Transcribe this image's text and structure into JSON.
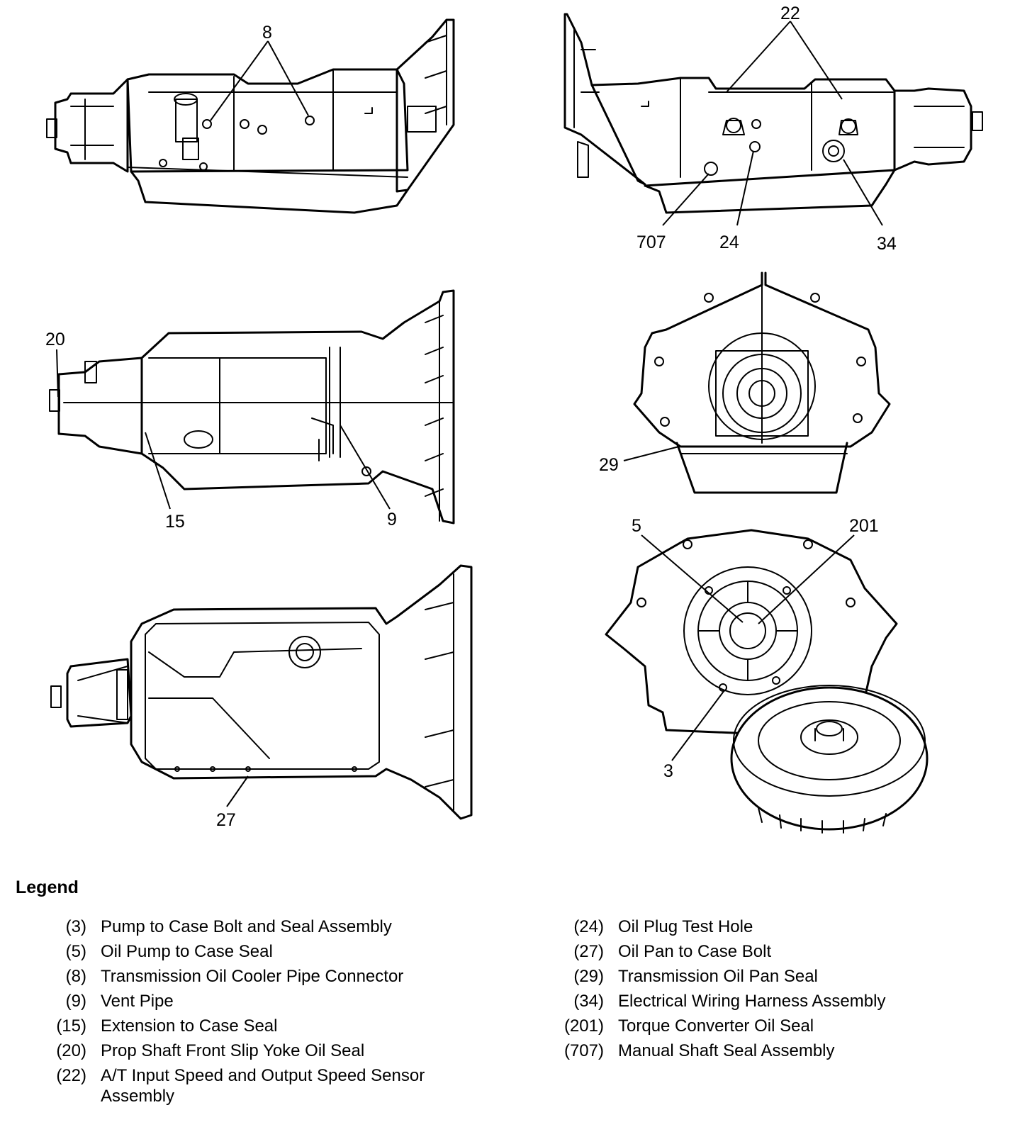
{
  "callouts": {
    "c8": "8",
    "c22": "22",
    "c707": "707",
    "c24": "24",
    "c34": "34",
    "c20": "20",
    "c15": "15",
    "c9": "9",
    "c29": "29",
    "c5": "5",
    "c201": "201",
    "c3": "3",
    "c27": "27"
  },
  "legend": {
    "title": "Legend",
    "left": [
      {
        "num": "(3)",
        "desc": "Pump to Case Bolt and Seal Assembly"
      },
      {
        "num": "(5)",
        "desc": "Oil Pump to Case Seal"
      },
      {
        "num": "(8)",
        "desc": "Transmission Oil Cooler Pipe Connector"
      },
      {
        "num": "(9)",
        "desc": "Vent Pipe"
      },
      {
        "num": "(15)",
        "desc": "Extension to Case Seal"
      },
      {
        "num": "(20)",
        "desc": "Prop Shaft Front Slip Yoke Oil Seal"
      },
      {
        "num": "(22)",
        "desc": "A/T Input Speed and Output Speed Sensor Assembly"
      }
    ],
    "right": [
      {
        "num": "(24)",
        "desc": "Oil Plug Test Hole"
      },
      {
        "num": "(27)",
        "desc": "Oil Pan to Case Bolt"
      },
      {
        "num": "(29)",
        "desc": "Transmission Oil Pan Seal"
      },
      {
        "num": "(34)",
        "desc": "Electrical Wiring Harness Assembly"
      },
      {
        "num": "(201)",
        "desc": "Torque Converter Oil Seal"
      },
      {
        "num": "(707)",
        "desc": "Manual Shaft Seal Assembly"
      }
    ]
  }
}
